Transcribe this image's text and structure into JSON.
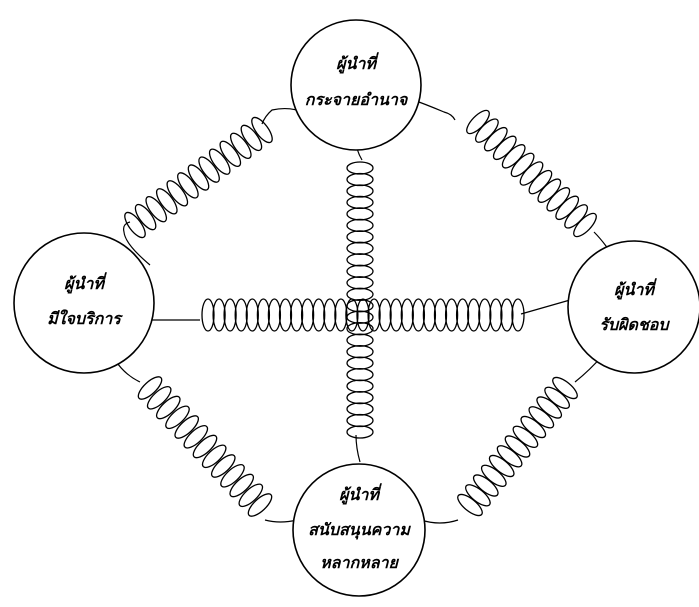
{
  "diagram": {
    "nodes": [
      {
        "id": "top",
        "lines": [
          "ผู้นำที่",
          "กระจายอำนาจ"
        ]
      },
      {
        "id": "left",
        "lines": [
          "ผู้นำที่",
          "มีใจบริการ"
        ]
      },
      {
        "id": "right",
        "lines": [
          "ผู้นำที่",
          "รับผิดชอบ"
        ]
      },
      {
        "id": "bottom",
        "lines": [
          "ผู้นำที่",
          "สนับสนุนความ",
          "หลากหลาย"
        ]
      }
    ],
    "connections": [
      {
        "from": "top",
        "to": "right"
      },
      {
        "from": "top",
        "to": "left"
      },
      {
        "from": "left",
        "to": "bottom"
      },
      {
        "from": "right",
        "to": "bottom"
      },
      {
        "from": "top",
        "to": "bottom"
      },
      {
        "from": "left",
        "to": "right"
      }
    ],
    "colors": {
      "line": "#000000",
      "node_fill": "#ffffff",
      "background": "#ffffff"
    }
  }
}
